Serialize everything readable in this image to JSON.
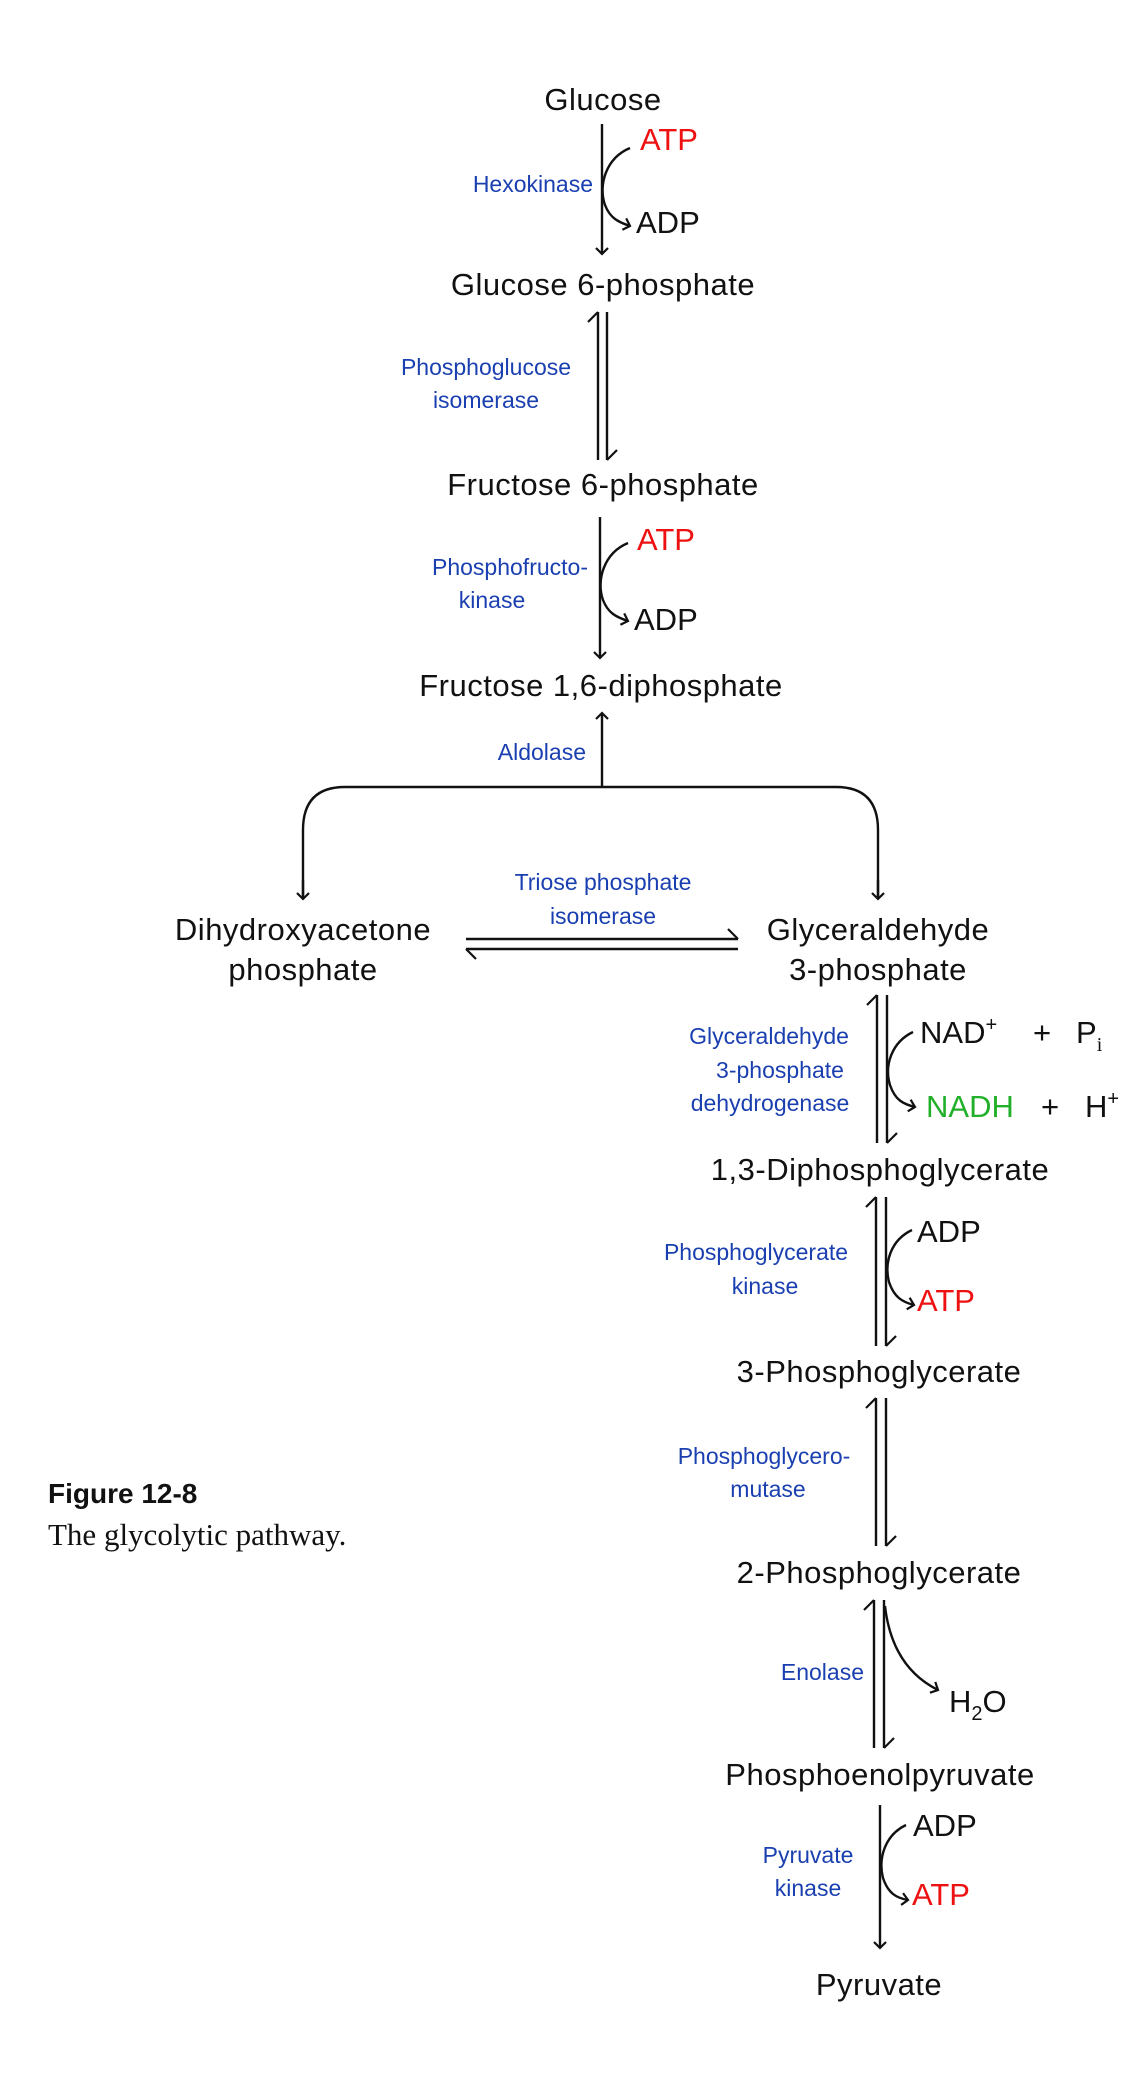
{
  "figure": {
    "label": "Figure 12-8",
    "caption": "The glycolytic pathway."
  },
  "colors": {
    "enzyme": "#1a3fb0",
    "atp": "#ee1111",
    "nadh": "#22b02a",
    "metabolite": "#111111"
  },
  "metabolites": {
    "glucose": "Glucose",
    "g6p": "Glucose 6-phosphate",
    "f6p": "Fructose 6-phosphate",
    "f16bp": "Fructose 1,6-diphosphate",
    "dhap_1": "Dihydroxyacetone",
    "dhap_2": "phosphate",
    "gap_1": "Glyceraldehyde",
    "gap_2": "3-phosphate",
    "bpg13": "1,3-Diphosphoglycerate",
    "pg3": "3-Phosphoglycerate",
    "pg2": "2-Phosphoglycerate",
    "pep": "Phosphoenolpyruvate",
    "pyruvate": "Pyruvate"
  },
  "enzymes": {
    "hexokinase": [
      "Hexokinase"
    ],
    "pgi": [
      "Phosphoglucose",
      "isomerase"
    ],
    "pfk": [
      "Phosphofructo-",
      "kinase"
    ],
    "aldolase": [
      "Aldolase"
    ],
    "tpi": [
      "Triose phosphate",
      "isomerase"
    ],
    "gapdh": [
      "Glyceraldehyde",
      "3-phosphate",
      "dehydrogenase"
    ],
    "pgk": [
      "Phosphoglycerate",
      "kinase"
    ],
    "pgm": [
      "Phosphoglycero-",
      "mutase"
    ],
    "enolase": [
      "Enolase"
    ],
    "pk": [
      "Pyruvate",
      "kinase"
    ]
  },
  "cofactors": {
    "hk_in": "ATP",
    "hk_out": "ADP",
    "pfk_in": "ATP",
    "pfk_out": "ADP",
    "gapdh_in_a": "NAD",
    "gapdh_in_a_sup": "+",
    "gapdh_plus1": "+",
    "gapdh_in_b": "P",
    "gapdh_in_b_sub": "i",
    "gapdh_out_a": "NADH",
    "gapdh_plus2": "+",
    "gapdh_out_b": "H",
    "gapdh_out_b_sup": "+",
    "pgk_in": "ADP",
    "pgk_out": "ATP",
    "enolase_out": "H",
    "enolase_out_sub": "2",
    "enolase_out_end": "O",
    "pk_in": "ADP",
    "pk_out": "ATP"
  }
}
